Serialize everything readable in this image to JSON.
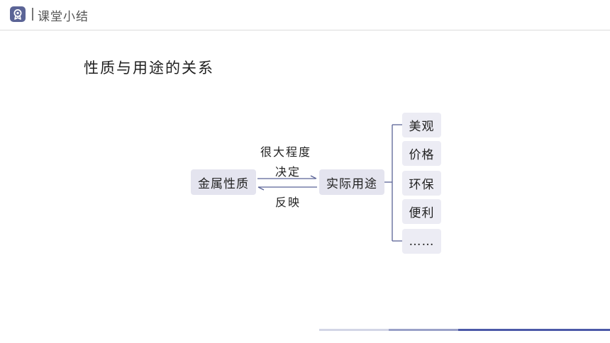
{
  "header": {
    "title": "课堂小结",
    "logo_icon": "medal-icon",
    "accent": "#5b6496"
  },
  "page_title": "性质与用途的关系",
  "diagram": {
    "source_node": "金属性质",
    "target_node": "实际用途",
    "relation_top_line1": "很大程度",
    "relation_top_line2": "决定",
    "relation_bottom": "反映",
    "uses": [
      "美观",
      "价格",
      "环保",
      "便利",
      "……"
    ],
    "arrow_color": "#5b6496",
    "node_fill": "#e4e4ef"
  },
  "footer_colors": [
    "#d3d6e6",
    "#9aa1c8",
    "#4c59a8"
  ]
}
